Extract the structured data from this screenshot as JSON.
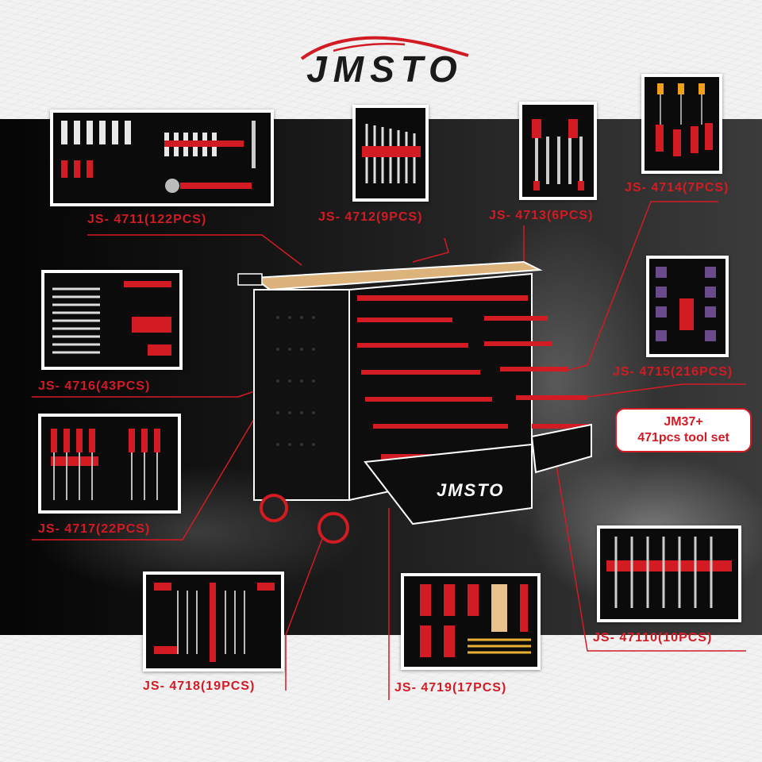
{
  "brand": {
    "name": "JMSTO",
    "cabinet_badge": "JMSTO"
  },
  "colors": {
    "accent": "#d31b24",
    "cabinet": "#0d0d0d",
    "worktop": "#dcb37a"
  },
  "kit": {
    "line1": "JM37+",
    "line2": "471pcs tool set"
  },
  "sets": [
    {
      "code": "JS- 4711(122PCS)"
    },
    {
      "code": "JS- 4712(9PCS)"
    },
    {
      "code": "JS- 4713(6PCS)"
    },
    {
      "code": "JS- 4714(7PCS)"
    },
    {
      "code": "JS- 4715(216PCS)"
    },
    {
      "code": "JS- 4716(43PCS)"
    },
    {
      "code": "JS- 4717(22PCS)"
    },
    {
      "code": "JS- 4718(19PCS)"
    },
    {
      "code": "JS- 4719(17PCS)"
    },
    {
      "code": "JS- 47110(10PCS)"
    }
  ]
}
